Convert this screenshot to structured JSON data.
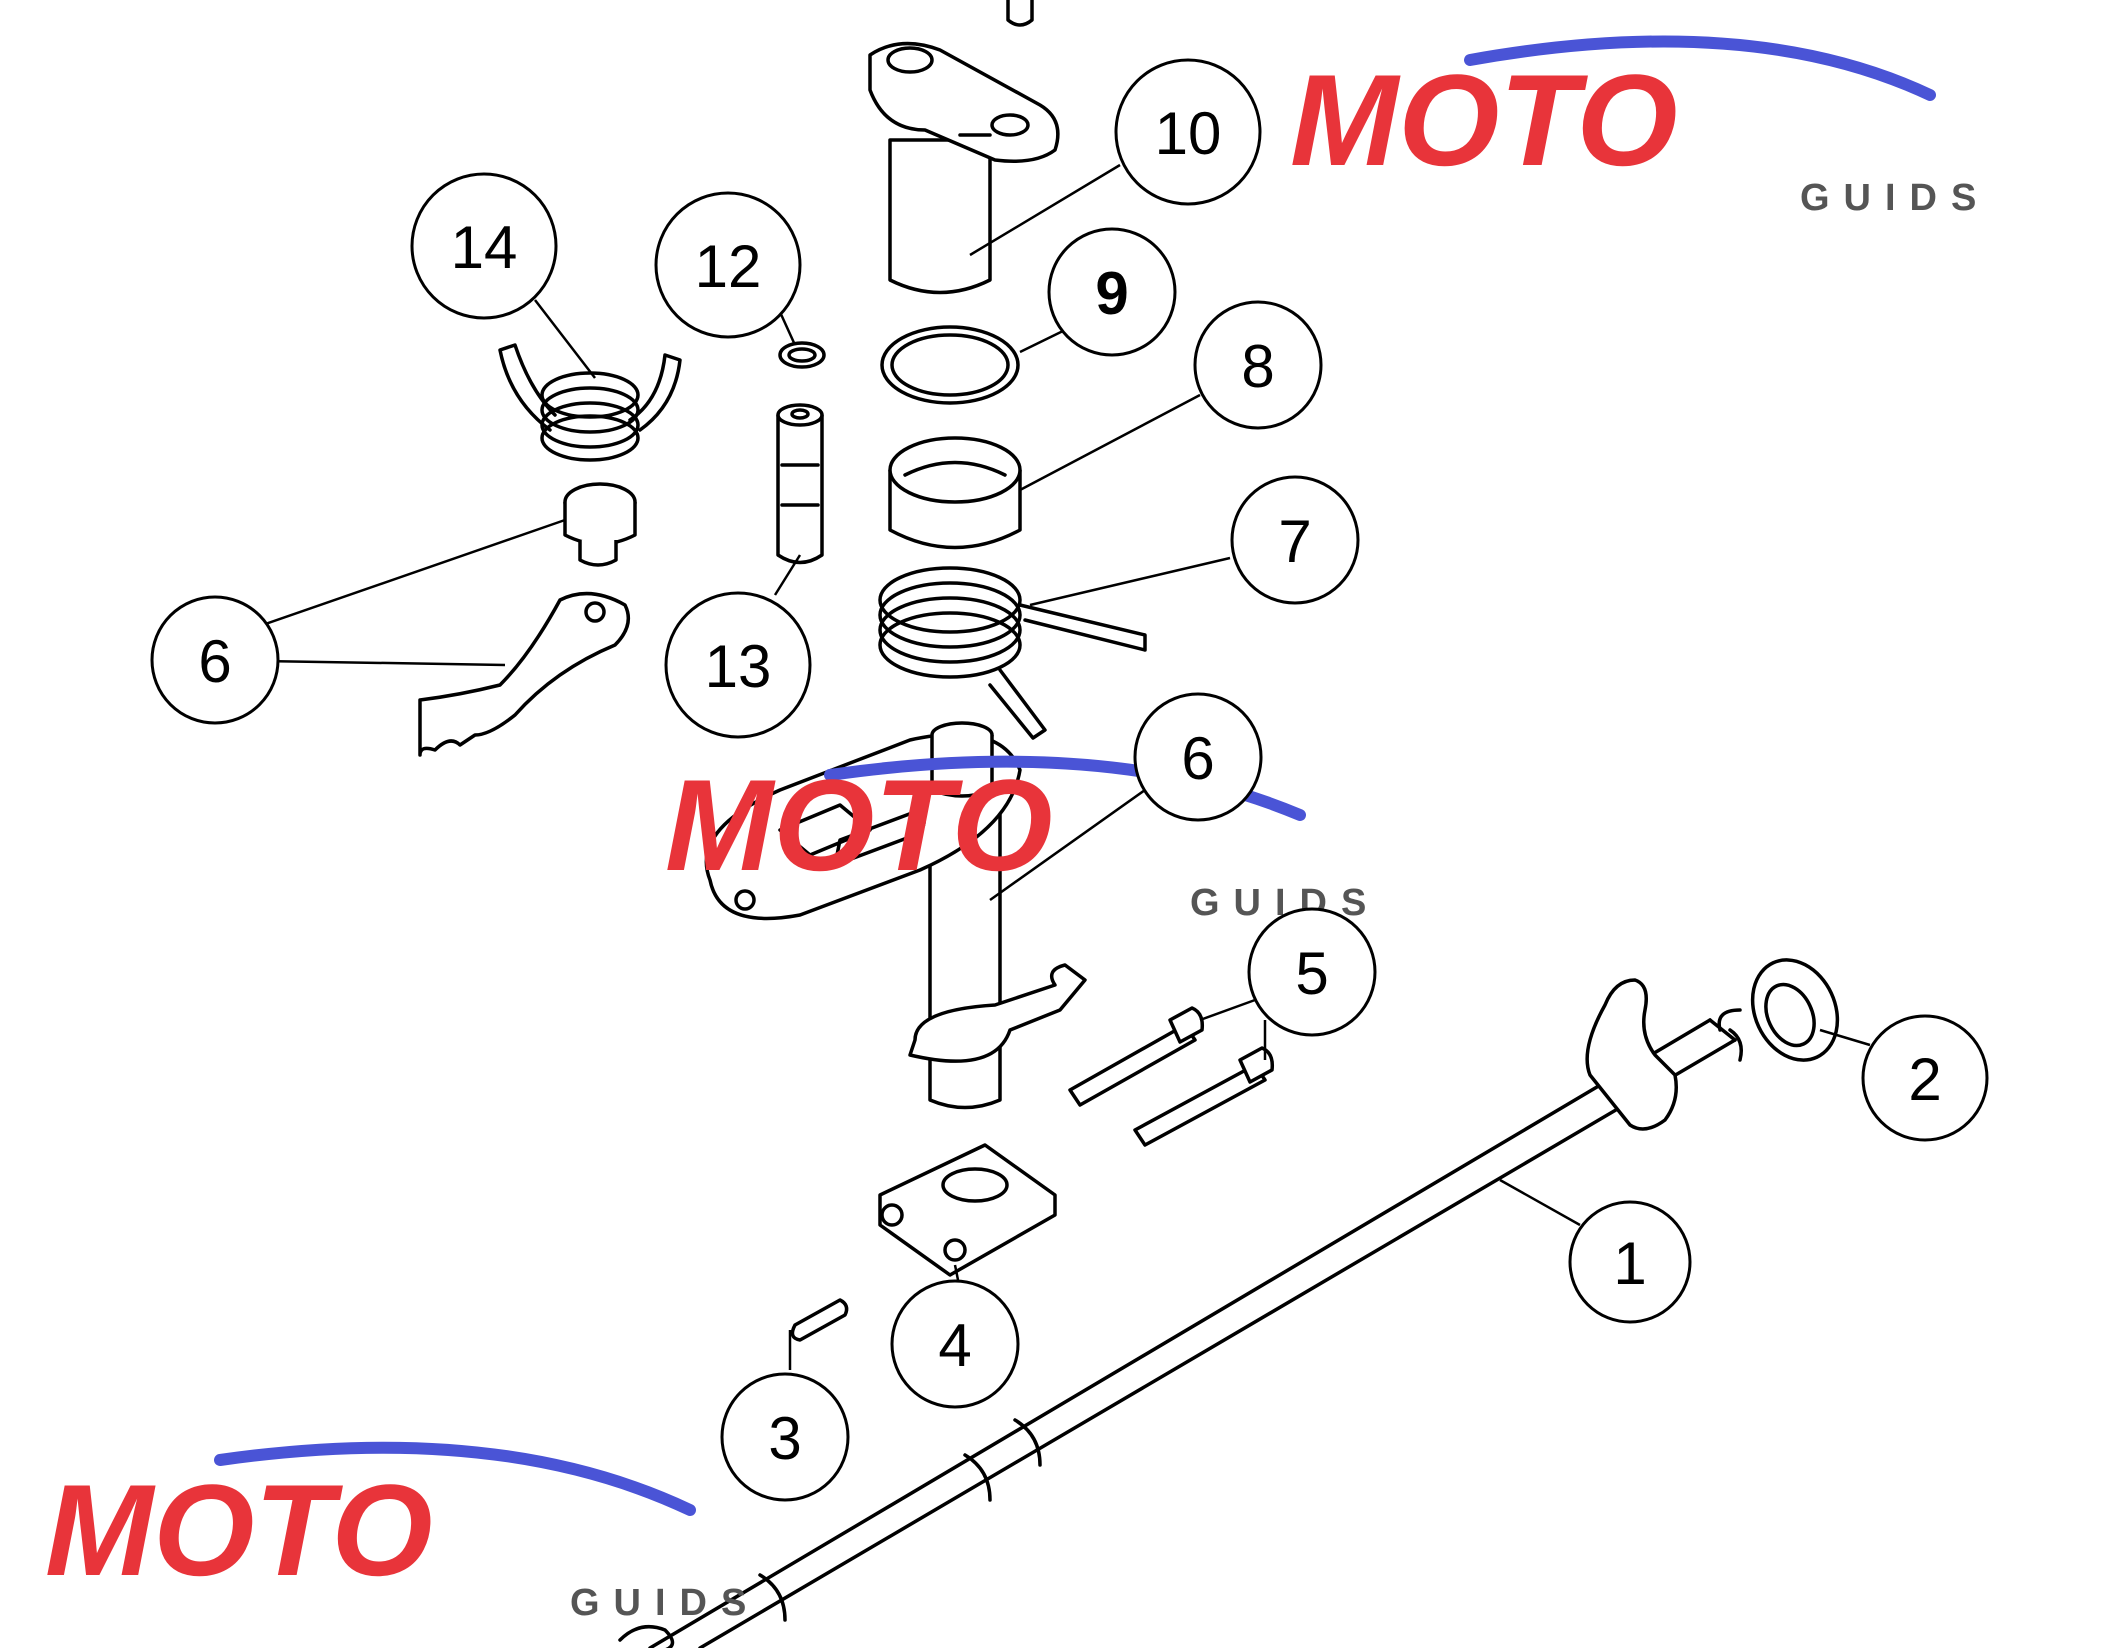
{
  "diagram": {
    "callouts": [
      {
        "id": "1",
        "label": "1",
        "bold": false
      },
      {
        "id": "2",
        "label": "2",
        "bold": false
      },
      {
        "id": "3",
        "label": "3",
        "bold": false
      },
      {
        "id": "4",
        "label": "4",
        "bold": false
      },
      {
        "id": "5",
        "label": "5",
        "bold": false
      },
      {
        "id": "6a",
        "label": "6",
        "bold": false
      },
      {
        "id": "6b",
        "label": "6",
        "bold": false
      },
      {
        "id": "7",
        "label": "7",
        "bold": false
      },
      {
        "id": "8",
        "label": "8",
        "bold": false
      },
      {
        "id": "9",
        "label": "9",
        "bold": true
      },
      {
        "id": "10",
        "label": "10",
        "bold": false
      },
      {
        "id": "12",
        "label": "12",
        "bold": false
      },
      {
        "id": "13",
        "label": "13",
        "bold": false
      },
      {
        "id": "14",
        "label": "14",
        "bold": false
      }
    ]
  },
  "watermark": {
    "brand_word": "MOTO",
    "sub_word": "GUIDS",
    "colors": {
      "red": "#e8343a",
      "blue": "#4a54d6",
      "gray": "#555555"
    }
  }
}
